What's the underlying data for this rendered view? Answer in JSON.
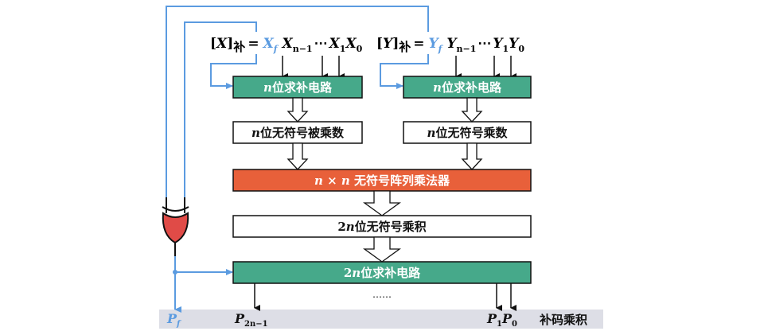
{
  "colors": {
    "blue_wire": "#5B9BE0",
    "green_box": "#46A98A",
    "orange_box": "#E8603A",
    "xor_fill": "#E04B47",
    "output_band": "#DDDEE6",
    "sign_text": "#5B9BE0"
  },
  "inputs": {
    "x": {
      "lhs_var": "X",
      "lhs_sub": "补",
      "eq": "=",
      "sign": "X",
      "sign_sub": "f",
      "bits": [
        {
          "var": "X",
          "sub": "n−1"
        },
        {
          "sep": "⋯"
        },
        {
          "var": "X",
          "sub": "1"
        },
        {
          "var": "X",
          "sub": "0"
        }
      ]
    },
    "y": {
      "lhs_var": "Y",
      "lhs_sub": "补",
      "eq": "=",
      "sign": "Y",
      "sign_sub": "f",
      "bits": [
        {
          "var": "Y",
          "sub": "n−1"
        },
        {
          "sep": "⋯"
        },
        {
          "var": "Y",
          "sub": "1"
        },
        {
          "var": "Y",
          "sub": "0"
        }
      ]
    }
  },
  "blocks": {
    "x_complement": {
      "prefix": "n",
      "label": "位求补电路"
    },
    "y_complement": {
      "prefix": "n",
      "label": "位求补电路"
    },
    "multiplicand": {
      "prefix": "n",
      "label": "位无符号被乘数"
    },
    "multiplier": {
      "prefix": "n",
      "label": "位无符号乘数"
    },
    "array_multiplier": {
      "prefix": "n × n ",
      "label": "无符号阵列乘法器"
    },
    "unsigned_product": {
      "prefix_num": "2",
      "prefix": "n",
      "label": "位无符号乘积"
    },
    "product_complement": {
      "prefix_num": "2",
      "prefix": "n",
      "label": "位求补电路"
    }
  },
  "gate": {
    "type": "XOR"
  },
  "outputs": {
    "sign": {
      "var": "P",
      "sub": "f"
    },
    "msb": {
      "var": "P",
      "sub": "2n−1"
    },
    "ellipsis": "……",
    "p1": {
      "var": "P",
      "sub": "1"
    },
    "p0": {
      "var": "P",
      "sub": "0"
    },
    "label": "补码乘积"
  }
}
